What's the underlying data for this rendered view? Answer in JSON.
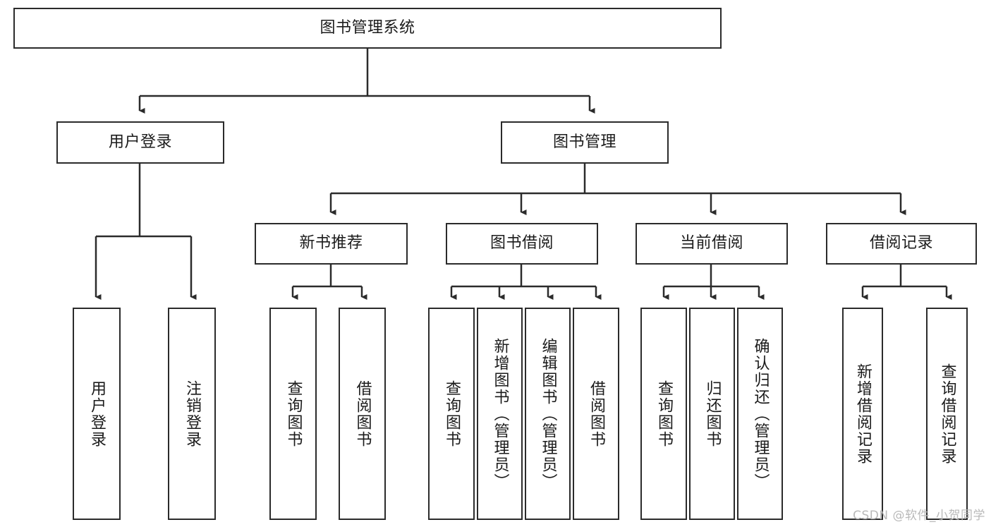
{
  "diagram": {
    "type": "tree-hierarchy-flowchart",
    "title": "图书管理系统",
    "colors": {
      "stroke": "#2b2b2b",
      "fill": "#ffffff",
      "text": "#1b1b1b",
      "watermark": "#b9b9b9",
      "background": "#ffffff"
    },
    "nodes": {
      "root": {
        "label": "图书管理系统"
      },
      "level2": [
        {
          "id": "user-login",
          "label": "用户登录"
        },
        {
          "id": "book-manage",
          "label": "图书管理"
        }
      ],
      "level3": [
        {
          "id": "new-book-recommend",
          "label": "新书推荐"
        },
        {
          "id": "book-borrow",
          "label": "图书借阅"
        },
        {
          "id": "current-borrow",
          "label": "当前借阅"
        },
        {
          "id": "borrow-record",
          "label": "借阅记录"
        }
      ],
      "leaves": [
        {
          "id": "leaf-user-login",
          "label": "用户登录"
        },
        {
          "id": "leaf-logout-login",
          "label": "注销登录"
        },
        {
          "id": "leaf-query-book-1",
          "label": "查询图书"
        },
        {
          "id": "leaf-borrow-book-1",
          "label": "借阅图书"
        },
        {
          "id": "leaf-query-book-2",
          "label": "查询图书"
        },
        {
          "id": "leaf-add-book",
          "label": "新增图书（管理员）"
        },
        {
          "id": "leaf-edit-book",
          "label": "编辑图书（管理员）"
        },
        {
          "id": "leaf-borrow-book-2",
          "label": "借阅图书"
        },
        {
          "id": "leaf-query-book-3",
          "label": "查询图书"
        },
        {
          "id": "leaf-return-book",
          "label": "归还图书"
        },
        {
          "id": "leaf-confirm-return",
          "label": "确认归还（管理员）"
        },
        {
          "id": "leaf-add-borrow-record",
          "label": "新增借阅记录"
        },
        {
          "id": "leaf-query-borrow-record",
          "label": "查询借阅记录"
        }
      ]
    },
    "watermark": "CSDN @软件_小贺同学"
  }
}
